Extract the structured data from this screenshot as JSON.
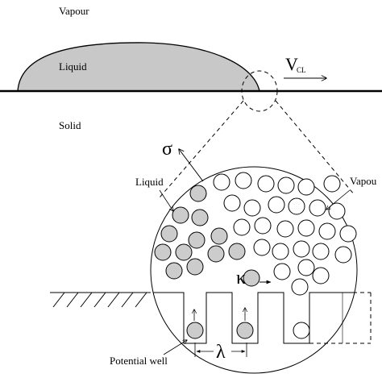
{
  "labels": {
    "vapour_top": "Vapour",
    "liquid_top": "Liquid",
    "solid": "Solid",
    "vcl_main": "V",
    "vcl_sub": "CL",
    "sigma": "σ",
    "liquid_inset": "Liquid",
    "vapour_inset": "Vapou",
    "kappa": "κ",
    "lambda": "λ",
    "potential_well": "Potential well"
  },
  "particles": {
    "liquid_fill": "#cccccc",
    "vapour_fill": "#ffffff"
  },
  "colors": {
    "droplet_fill": "#c8c8c8",
    "stroke": "#000000"
  }
}
